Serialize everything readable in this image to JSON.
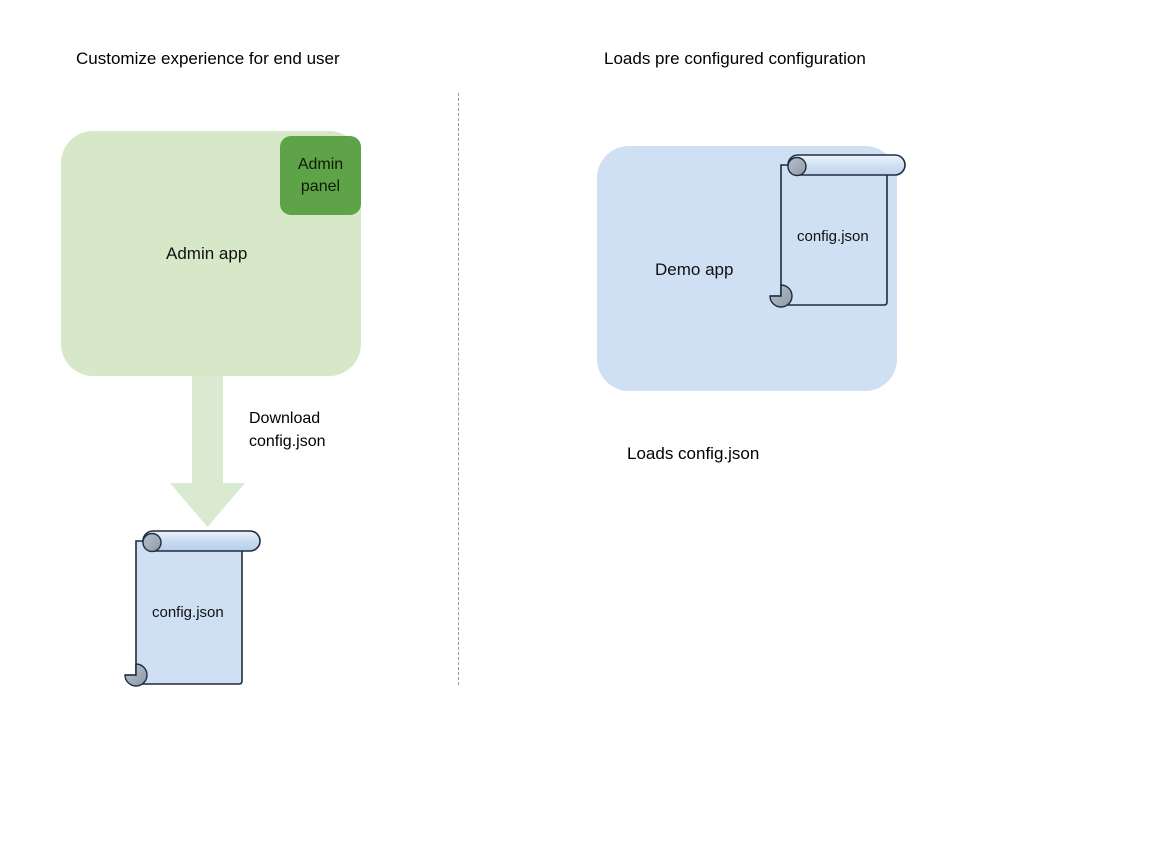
{
  "diagram": {
    "title_left": "Customize experience for end user",
    "title_right": "Loads pre configured configuration",
    "divider": "vertical-dotted-divider",
    "left_panel": {
      "app_box": {
        "label": "Admin app",
        "color": "#d7e8c9"
      },
      "admin_panel": {
        "label": "Admin\npanel",
        "color": "#5fa348"
      },
      "arrow": {
        "label": "Download\nconfig.json",
        "color": "#d9ead0",
        "direction": "down"
      },
      "document": {
        "label": "config.json",
        "fill": "#cfe0f4",
        "stroke": "#1f2d3d",
        "roll_color": "#8d98a8",
        "shape": "scroll"
      }
    },
    "right_panel": {
      "app_box": {
        "label": "Demo app",
        "color": "#cfe0f4"
      },
      "document": {
        "label": "config.json",
        "fill": "none",
        "stroke": "#1f2d3d",
        "roll_color": "#8d98a8",
        "shape": "scroll"
      },
      "caption": "Loads config.json"
    }
  }
}
